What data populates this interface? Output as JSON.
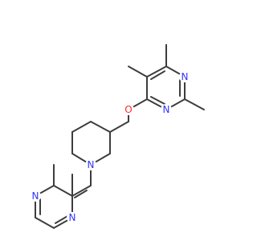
{
  "diagram": {
    "type": "chemical-structure",
    "atoms": {
      "n1_label": "N",
      "n2_label": "N",
      "n_piperidine_label": "N",
      "n3_label": "N",
      "n4_label": "N",
      "o_label": "O"
    },
    "colors": {
      "bond": "#3d3d3d",
      "nitrogen": "#3333ff",
      "oxygen": "#ff2a2a",
      "background": "#ffffff"
    }
  }
}
